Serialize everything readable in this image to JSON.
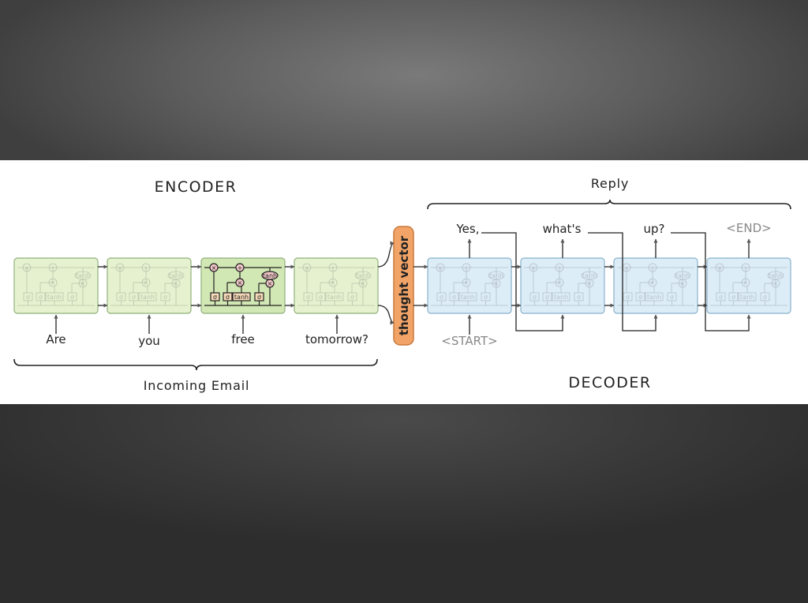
{
  "encoder": {
    "title": "ENCODER",
    "bracket_label": "Incoming Email",
    "inputs": [
      "Are",
      "you",
      "free",
      "tomorrow?"
    ]
  },
  "decoder": {
    "title": "DECODER",
    "bracket_label": "Reply",
    "outputs": [
      "Yes,",
      "what's",
      "up?",
      "<END>"
    ],
    "start_token": "<START>"
  },
  "thought_vector": {
    "label": "thought vector"
  },
  "cell": {
    "gate_sigma": "σ",
    "gate_tanh": "tanh",
    "op_times": "×",
    "op_plus": "+"
  },
  "colors": {
    "encoder_fill": "#e6f2cf",
    "encoder_highlight": "#d2e8b4",
    "encoder_border": "#8fb07a",
    "decoder_fill": "#dcedf8",
    "decoder_border": "#88b2ca",
    "thought_vector": "#f2a468",
    "thought_vector_border": "#c97a3c",
    "op_circle": "#f3c7c9",
    "gate_box": "#f6d9b8"
  }
}
